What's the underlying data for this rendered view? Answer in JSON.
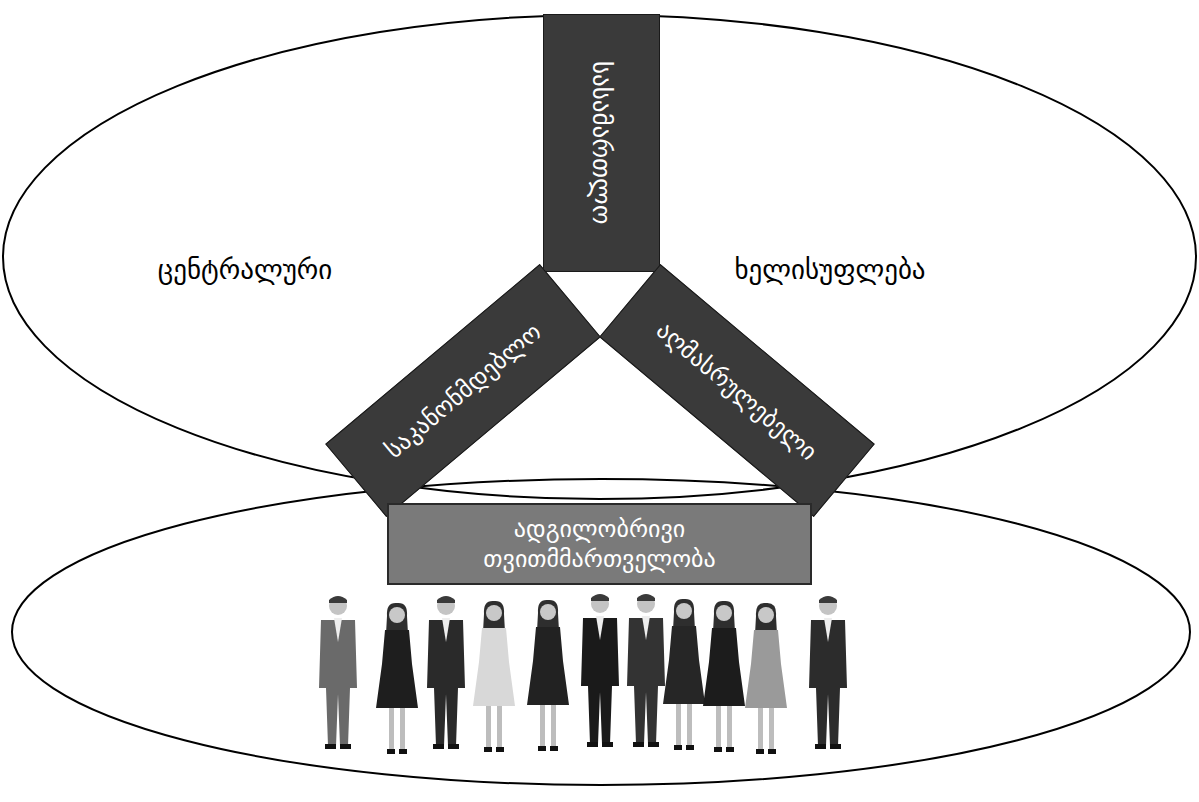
{
  "diagram": {
    "nodes": [
      {
        "text": [
          "ცენტრალური",
          "ხელისუფლება"
        ]
      },
      {
        "text": [
          "სასამართლო"
        ],
        "in": 0
      },
      {
        "text": [
          "საკანონმდებლო"
        ],
        "in": 0
      },
      {
        "text": [
          "აღმასრულებელი"
        ],
        "in": 0
      },
      {
        "text": [
          "ადგილობრივი თვითმმართველობა"
        ]
      }
    ]
  }
}
